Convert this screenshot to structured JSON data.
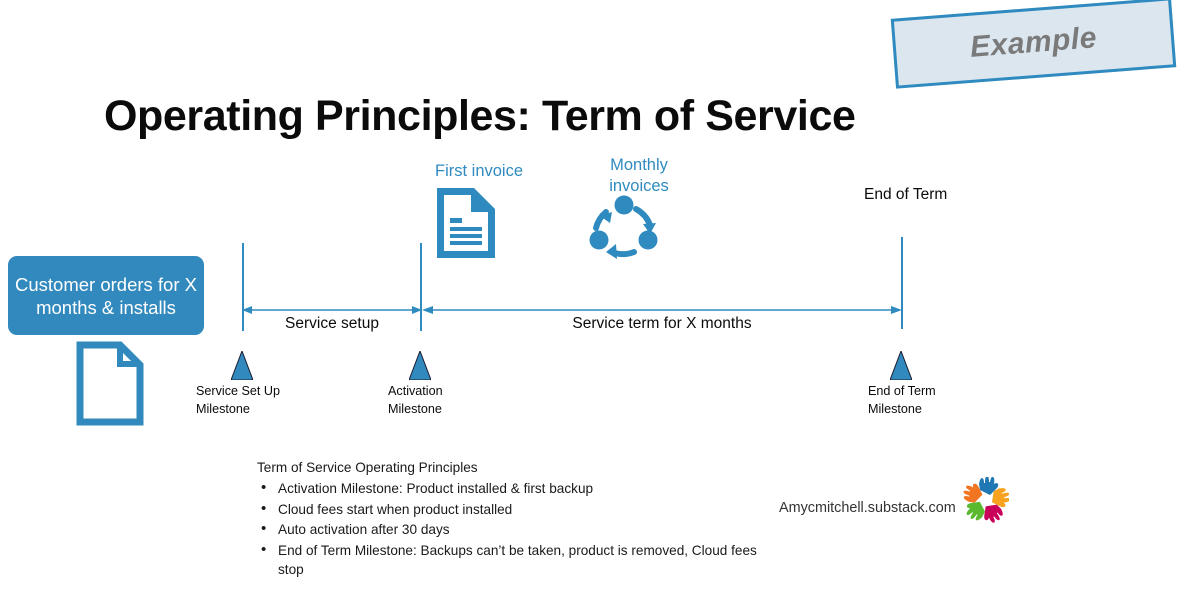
{
  "badge": {
    "label": "Example"
  },
  "title": "Operating Principles: Term of Service",
  "colors": {
    "brand_blue": "#2f8bbf",
    "box_blue": "#3289be",
    "badge_fill": "#dce6ef",
    "badge_text": "#7a7a7a",
    "text_black": "#0b0b0b"
  },
  "customer_box": {
    "label": "Customer orders for X months & installs"
  },
  "icons": {
    "order_document": "document-outline-icon",
    "first_invoice": "invoice-document-icon",
    "monthly_invoices": "recurring-cycle-icon",
    "footer_logo": "hands-logo-icon"
  },
  "timeline": {
    "icon_labels": {
      "first_invoice": "First invoice",
      "monthly_invoices": "Monthly invoices",
      "end_of_term": "End of Term"
    },
    "spans": [
      {
        "id": "service-setup",
        "label": "Service setup"
      },
      {
        "id": "service-term",
        "label": "Service term for X months"
      }
    ],
    "milestones": [
      {
        "id": "service-setup",
        "line1": "Service Set Up",
        "line2": "Milestone"
      },
      {
        "id": "activation",
        "line1": "Activation",
        "line2": "Milestone"
      },
      {
        "id": "end-of-term",
        "line1": "End of Term",
        "line2": "Milestone"
      }
    ]
  },
  "notes": {
    "heading": "Term of Service Operating Principles",
    "bullets": [
      "Activation Milestone: Product installed & first backup",
      "Cloud fees start when product installed",
      "Auto activation after 30 days",
      "End of Term Milestone: Backups can’t be taken, product is removed, Cloud fees stop"
    ]
  },
  "footer": {
    "credit": "Amycmitchell.substack.com"
  }
}
